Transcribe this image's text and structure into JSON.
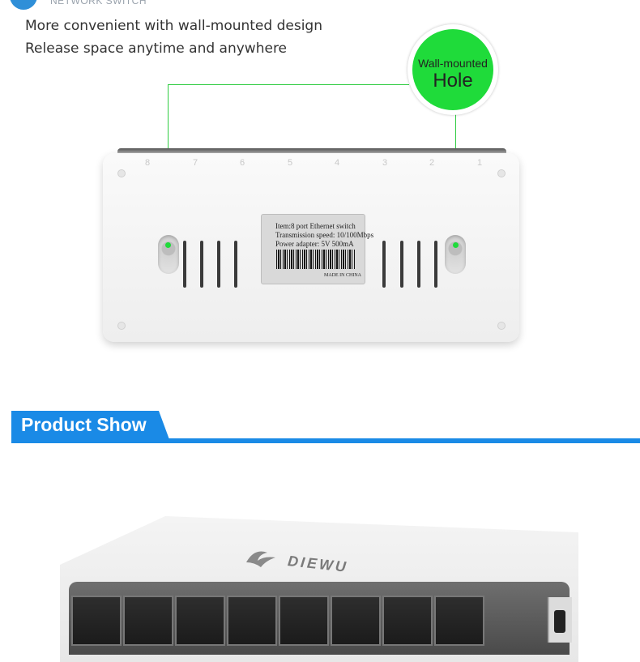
{
  "header": {
    "brand_subtitle": "NETWORK SWITCH",
    "tagline_1": "More convenient with wall-mounted design",
    "tagline_2": "Release space anytime and anywhere"
  },
  "callout": {
    "line1": "Wall-mounted",
    "line2": "Hole"
  },
  "device_back": {
    "port_numbers": [
      "8",
      "7",
      "6",
      "5",
      "4",
      "3",
      "2",
      "1"
    ],
    "label": {
      "item": "Item:8 port Ethernet switch",
      "speed": "Transmission speed: 10/100Mbps",
      "power": "Power adapter: 5V 500mA",
      "origin": "MADE IN CHINA"
    }
  },
  "section": {
    "title": "Product Show"
  },
  "product": {
    "logo_text": "DIEWU"
  },
  "colors": {
    "accent_blue": "#1a8ae6",
    "callout_green": "#1fdb3a"
  }
}
